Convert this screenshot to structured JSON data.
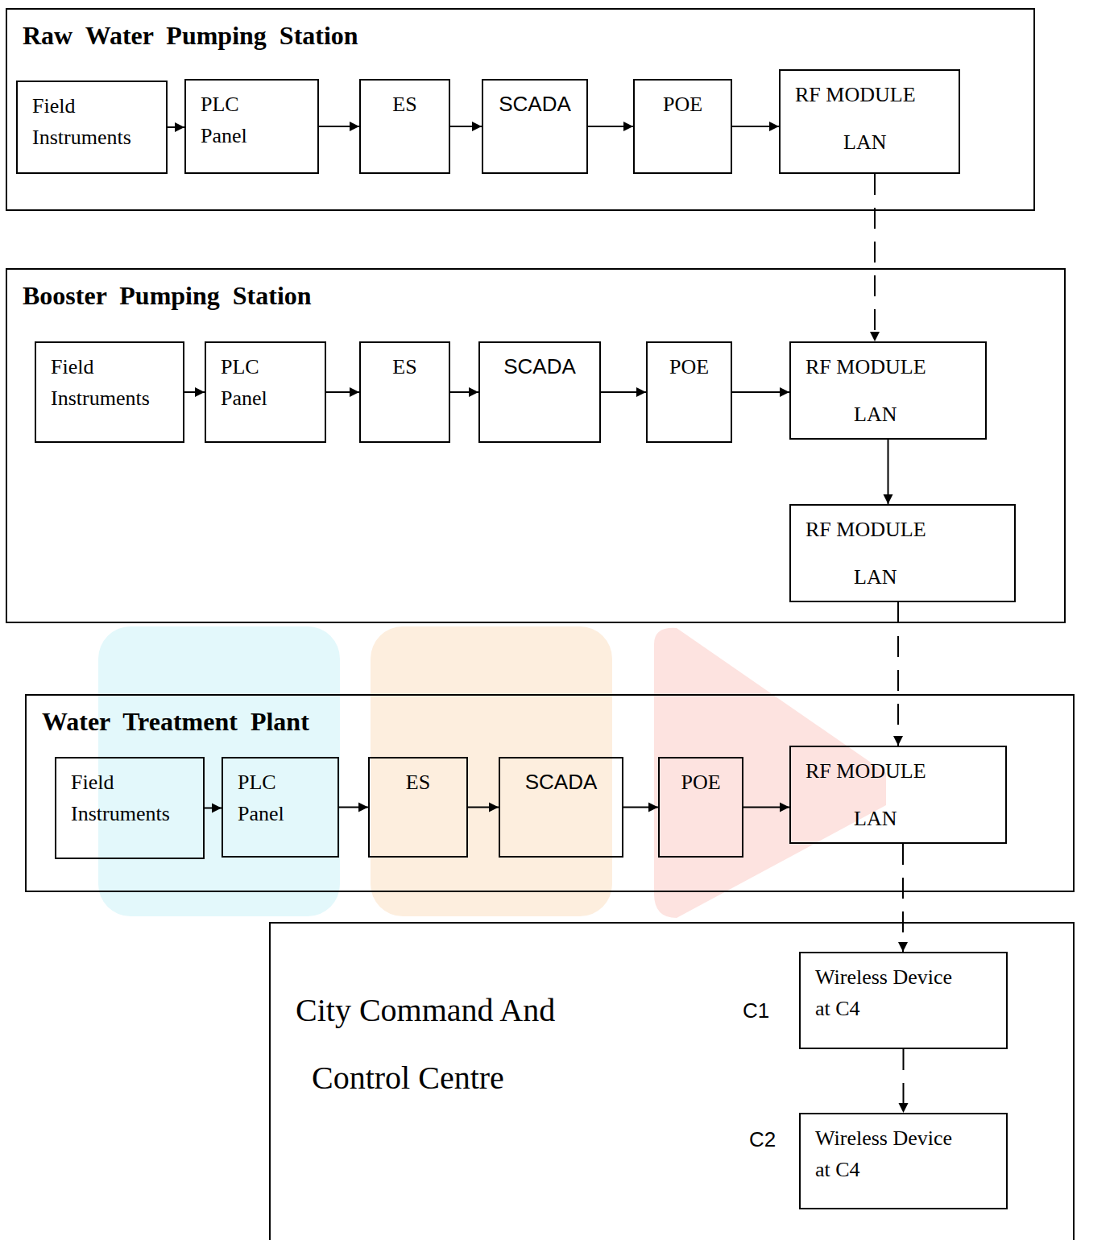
{
  "diagram": {
    "nodes": [
      {
        "text": [
          "Raw Water Pumping Station"
        ]
      },
      {
        "text": [
          "Field Instruments"
        ],
        "in": 0
      },
      {
        "text": [
          "PLC Panel"
        ],
        "in": 0
      },
      {
        "text": [
          "ES"
        ],
        "in": 0
      },
      {
        "text": [
          "SCADA"
        ],
        "in": 0
      },
      {
        "text": [
          "POE"
        ],
        "in": 0
      },
      {
        "text": [
          "RF MODULE",
          "LAN"
        ],
        "in": 0
      },
      {
        "text": [
          "Booster Pumping Station"
        ]
      },
      {
        "text": [
          "Field Instruments"
        ],
        "in": 7
      },
      {
        "text": [
          "PLC Panel"
        ],
        "in": 7
      },
      {
        "text": [
          "ES"
        ],
        "in": 7
      },
      {
        "text": [
          "SCADA"
        ],
        "in": 7
      },
      {
        "text": [
          "POE"
        ],
        "in": 7
      },
      {
        "text": [
          "RF MODULE",
          "LAN"
        ],
        "in": 7
      },
      {
        "text": [
          "RF MODULE",
          "LAN"
        ],
        "in": 7
      },
      {
        "text": [
          "Water Treatment Plant"
        ]
      },
      {
        "text": [
          "Field Instruments"
        ],
        "in": 15
      },
      {
        "text": [
          "PLC Panel"
        ],
        "in": 15
      },
      {
        "text": [
          "ES"
        ],
        "in": 15
      },
      {
        "text": [
          "SCADA"
        ],
        "in": 15
      },
      {
        "text": [
          "POE"
        ],
        "in": 15
      },
      {
        "text": [
          "RF MODULE",
          "LAN"
        ],
        "in": 15
      },
      {
        "text": [
          "City Command And Control Centre"
        ]
      },
      {
        "text": [
          "Wireless Device at C4"
        ],
        "in": 22
      },
      {
        "text": [
          "Wireless Device at C4"
        ],
        "in": 22
      }
    ],
    "edges": [
      {
        "from": 1,
        "to": 2,
        "arrow": "to"
      },
      {
        "from": 2,
        "to": 3,
        "arrow": "to"
      },
      {
        "from": 3,
        "to": 4,
        "arrow": "to"
      },
      {
        "from": 4,
        "to": 5,
        "arrow": "to"
      },
      {
        "from": 5,
        "to": 6,
        "arrow": "to"
      },
      {
        "from": 6,
        "to": 13,
        "arrow": "to"
      },
      {
        "from": 8,
        "to": 9,
        "arrow": "to"
      },
      {
        "from": 9,
        "to": 10,
        "arrow": "to"
      },
      {
        "from": 10,
        "to": 11,
        "arrow": "to"
      },
      {
        "from": 11,
        "to": 12,
        "arrow": "to"
      },
      {
        "from": 12,
        "to": 13,
        "arrow": "to"
      },
      {
        "from": 13,
        "to": 14,
        "arrow": "to"
      },
      {
        "from": 14,
        "to": 21,
        "arrow": "to"
      },
      {
        "from": 16,
        "to": 17,
        "arrow": "to"
      },
      {
        "from": 17,
        "to": 18,
        "arrow": "to"
      },
      {
        "from": 18,
        "to": 19,
        "arrow": "to"
      },
      {
        "from": 19,
        "to": 20,
        "arrow": "to"
      },
      {
        "from": 20,
        "to": 21,
        "arrow": "to"
      },
      {
        "from": 21,
        "to": 23,
        "arrow": "to"
      },
      {
        "from": 23,
        "to": 24,
        "arrow": "to"
      }
    ],
    "labels": [
      "C1",
      "C2"
    ]
  }
}
